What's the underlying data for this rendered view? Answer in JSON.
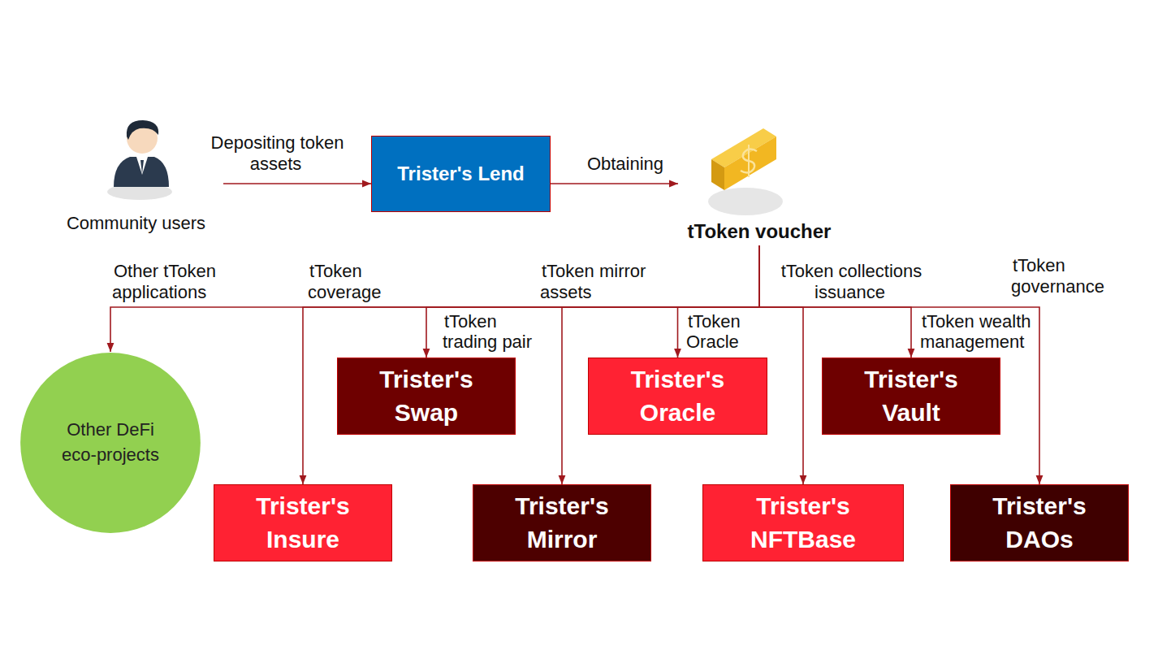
{
  "diagram": {
    "nodes": [
      {
        "text": [
          "Community users"
        ]
      },
      {
        "text": [
          "Trister's Lend"
        ]
      },
      {
        "text": [
          "tToken voucher"
        ]
      },
      {
        "text": [
          "Other DeFi eco-projects"
        ]
      },
      {
        "text": [
          "Trister's Swap"
        ]
      },
      {
        "text": [
          "Trister's Oracle"
        ]
      },
      {
        "text": [
          "Trister's Vault"
        ]
      },
      {
        "text": [
          "Trister's Insure"
        ]
      },
      {
        "text": [
          "Trister's Mirror"
        ]
      },
      {
        "text": [
          "Trister's NFTBase"
        ]
      },
      {
        "text": [
          "Trister's DAOs"
        ]
      }
    ],
    "edges": [
      {
        "from": 0,
        "to": 1,
        "label": "Depositing token assets",
        "arrow": "to"
      },
      {
        "from": 1,
        "to": 2,
        "label": "Obtaining",
        "arrow": "to"
      },
      {
        "from": 2,
        "to": 3,
        "label": "Other tToken applications",
        "arrow": "to"
      },
      {
        "from": 2,
        "to": 7,
        "label": "tToken coverage",
        "arrow": "to"
      },
      {
        "from": 2,
        "to": 4,
        "label": "tToken trading pair",
        "arrow": "to"
      },
      {
        "from": 2,
        "to": 8,
        "label": "tToken mirror assets",
        "arrow": "to"
      },
      {
        "from": 2,
        "to": 5,
        "label": "tToken Oracle",
        "arrow": "to"
      },
      {
        "from": 2,
        "to": 9,
        "label": "tToken collections issuance",
        "arrow": "to"
      },
      {
        "from": 2,
        "to": 6,
        "label": "tToken wealth management",
        "arrow": "to"
      },
      {
        "from": 2,
        "to": 10,
        "label": "tToken governance",
        "arrow": "to"
      }
    ]
  }
}
